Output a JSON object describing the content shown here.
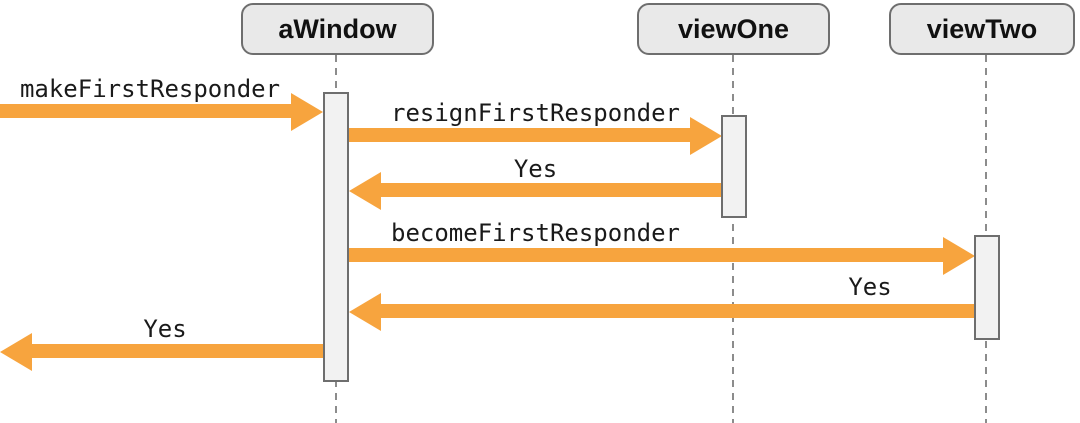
{
  "diagram": {
    "type": "sequence-diagram",
    "colors": {
      "arrow": "#f7a43e",
      "actor_box_fill": "#e9e9e9",
      "actor_box_border": "#6e6e6e",
      "activation_fill": "#f2f2f2",
      "lifeline": "#8c8c8c",
      "background": "#ffffff"
    },
    "actors": [
      {
        "name": "aWindow"
      },
      {
        "name": "viewOne"
      },
      {
        "name": "viewTwo"
      }
    ],
    "messages": [
      {
        "label": "makeFirstResponder",
        "from": "external",
        "to": "aWindow",
        "direction": "right"
      },
      {
        "label": "resignFirstResponder",
        "from": "aWindow",
        "to": "viewOne",
        "direction": "right"
      },
      {
        "label": "Yes",
        "from": "viewOne",
        "to": "aWindow",
        "direction": "left"
      },
      {
        "label": "becomeFirstResponder",
        "from": "aWindow",
        "to": "viewTwo",
        "direction": "right"
      },
      {
        "label": "Yes",
        "from": "viewTwo",
        "to": "aWindow",
        "direction": "left"
      },
      {
        "label": "Yes",
        "from": "aWindow",
        "to": "external",
        "direction": "left"
      }
    ]
  }
}
